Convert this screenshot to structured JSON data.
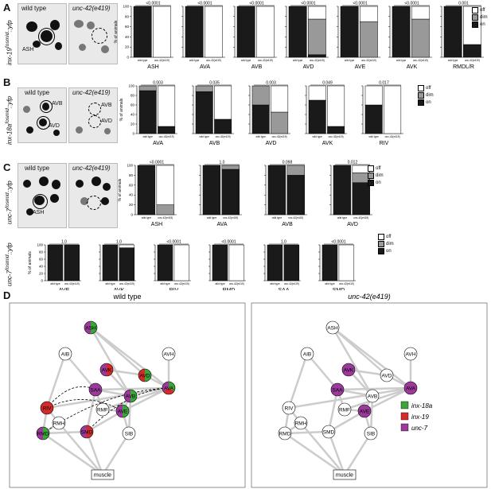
{
  "panels": {
    "A": {
      "letter": "A",
      "genotype": "inx-19",
      "genotype_sup": "fosmid",
      "genotype_suffix": "::yfp",
      "img_wt": "wild type",
      "img_mut": "unc-42(e419)",
      "img_cells": [
        "ASH"
      ]
    },
    "B": {
      "letter": "B",
      "genotype": "inx-18a",
      "genotype_sup": "fosmid",
      "genotype_suffix": "::yfp",
      "img_wt": "wild type",
      "img_mut": "unc-42(e419)",
      "img_cells": [
        "AVB",
        "AVD",
        "AVB",
        "AVD"
      ]
    },
    "C": {
      "letter": "C",
      "genotype": "unc-7",
      "genotype_sup": "fosmid",
      "genotype_suffix": "::yfp",
      "img_wt": "wild type",
      "img_mut": "unc-42(e419)",
      "img_cells": [
        "ASH"
      ]
    },
    "C2": {
      "genotype": "unc-7",
      "genotype_sup": "fosmid",
      "genotype_suffix": "::yfp"
    },
    "D": {
      "letter": "D",
      "title_wt": "wild type",
      "title_mut": "unc-42(e419)"
    }
  },
  "legend": {
    "off": "off",
    "dim": "dim",
    "on": "on",
    "colors": {
      "off": "#ffffff",
      "dim": "#999999",
      "on": "#1a1a1a"
    }
  },
  "chart_data": [
    {
      "type": "bar",
      "panel": "A",
      "ylabel": "% of animals",
      "categories": [
        "wild type",
        "unc-42(e419)"
      ],
      "groups": [
        {
          "name": "ASH",
          "p": "<0.0001",
          "wt": {
            "on": 100,
            "dim": 0,
            "off": 0
          },
          "mut": {
            "on": 0,
            "dim": 0,
            "off": 100
          }
        },
        {
          "name": "AVA",
          "p": "<0.0001",
          "wt": {
            "on": 100,
            "dim": 0,
            "off": 0
          },
          "mut": {
            "on": 0,
            "dim": 0,
            "off": 100
          }
        },
        {
          "name": "AVB",
          "p": "<0.0001",
          "wt": {
            "on": 100,
            "dim": 0,
            "off": 0
          },
          "mut": {
            "on": 0,
            "dim": 0,
            "off": 100
          }
        },
        {
          "name": "AVD",
          "p": "<0.0001",
          "wt": {
            "on": 100,
            "dim": 0,
            "off": 0
          },
          "mut": {
            "on": 5,
            "dim": 70,
            "off": 25
          }
        },
        {
          "name": "AVE",
          "p": "<0.0001",
          "wt": {
            "on": 100,
            "dim": 0,
            "off": 0
          },
          "mut": {
            "on": 0,
            "dim": 70,
            "off": 30
          }
        },
        {
          "name": "AVK",
          "p": "<0.0001",
          "wt": {
            "on": 100,
            "dim": 0,
            "off": 0
          },
          "mut": {
            "on": 0,
            "dim": 75,
            "off": 25
          }
        },
        {
          "name": "RMDL/R",
          "p": "0.001",
          "wt": {
            "on": 100,
            "dim": 0,
            "off": 0
          },
          "mut": {
            "on": 25,
            "dim": 0,
            "off": 75
          }
        }
      ]
    },
    {
      "type": "bar",
      "panel": "B",
      "ylabel": "% of animals",
      "categories": [
        "wild type",
        "unc-42(e419)"
      ],
      "groups": [
        {
          "name": "AVA",
          "p": "0.003",
          "wt": {
            "on": 90,
            "dim": 10,
            "off": 0
          },
          "mut": {
            "on": 15,
            "dim": 0,
            "off": 85
          }
        },
        {
          "name": "AVB",
          "p": "0.035",
          "wt": {
            "on": 88,
            "dim": 12,
            "off": 0
          },
          "mut": {
            "on": 30,
            "dim": 0,
            "off": 70
          }
        },
        {
          "name": "AVD",
          "p": "0.003",
          "wt": {
            "on": 60,
            "dim": 40,
            "off": 0
          },
          "mut": {
            "on": 0,
            "dim": 45,
            "off": 55
          }
        },
        {
          "name": "AVK",
          "p": "0.049",
          "wt": {
            "on": 70,
            "dim": 0,
            "off": 30
          },
          "mut": {
            "on": 15,
            "dim": 0,
            "off": 85
          }
        },
        {
          "name": "RIV",
          "p": "0.017",
          "wt": {
            "on": 60,
            "dim": 0,
            "off": 40
          },
          "mut": {
            "on": 0,
            "dim": 0,
            "off": 100
          }
        }
      ]
    },
    {
      "type": "bar",
      "panel": "C",
      "ylabel": "% of animals",
      "categories": [
        "wild type",
        "unc-42(e419)"
      ],
      "groups": [
        {
          "name": "ASH",
          "p": "<0.0001",
          "wt": {
            "on": 100,
            "dim": 0,
            "off": 0
          },
          "mut": {
            "on": 0,
            "dim": 20,
            "off": 80
          }
        },
        {
          "name": "AVA",
          "p": "1.0",
          "wt": {
            "on": 100,
            "dim": 0,
            "off": 0
          },
          "mut": {
            "on": 92,
            "dim": 8,
            "off": 0
          }
        },
        {
          "name": "AVB",
          "p": "0.098",
          "wt": {
            "on": 100,
            "dim": 0,
            "off": 0
          },
          "mut": {
            "on": 80,
            "dim": 20,
            "off": 0
          }
        },
        {
          "name": "AVD",
          "p": "0.012",
          "wt": {
            "on": 100,
            "dim": 0,
            "off": 0
          },
          "mut": {
            "on": 65,
            "dim": 20,
            "off": 15
          }
        }
      ]
    },
    {
      "type": "bar",
      "panel": "C2",
      "ylabel": "% of animals",
      "categories": [
        "wild type",
        "unc-42(e419)"
      ],
      "groups": [
        {
          "name": "AVE",
          "p": "1.0",
          "wt": {
            "on": 100,
            "dim": 0,
            "off": 0
          },
          "mut": {
            "on": 100,
            "dim": 0,
            "off": 0
          }
        },
        {
          "name": "AVK",
          "p": "1.0",
          "wt": {
            "on": 100,
            "dim": 0,
            "off": 0
          },
          "mut": {
            "on": 92,
            "dim": 0,
            "off": 8
          }
        },
        {
          "name": "RIV",
          "p": "<0.0001",
          "wt": {
            "on": 100,
            "dim": 0,
            "off": 0
          },
          "mut": {
            "on": 0,
            "dim": 0,
            "off": 100
          }
        },
        {
          "name": "RMD",
          "p": "<0.0001",
          "wt": {
            "on": 100,
            "dim": 0,
            "off": 0
          },
          "mut": {
            "on": 0,
            "dim": 0,
            "off": 100
          }
        },
        {
          "name": "SAA",
          "p": "1.0",
          "wt": {
            "on": 100,
            "dim": 0,
            "off": 0
          },
          "mut": {
            "on": 100,
            "dim": 0,
            "off": 0
          }
        },
        {
          "name": "SMD",
          "p": "<0.0001",
          "wt": {
            "on": 100,
            "dim": 0,
            "off": 0
          },
          "mut": {
            "on": 0,
            "dim": 0,
            "off": 100
          }
        }
      ]
    }
  ],
  "axis_ticks": [
    "0",
    "20",
    "40",
    "60",
    "80",
    "100"
  ],
  "network": {
    "nodes": [
      "ASH",
      "AIB",
      "AVH",
      "AVK",
      "AVE",
      "AVA",
      "SAA",
      "AVD",
      "AVB",
      "AVA",
      "RIV",
      "RMF",
      "RMH",
      "AVE",
      "RMD",
      "SMD",
      "SIB",
      "muscle"
    ],
    "wt_nodes": [
      {
        "id": "ASH",
        "colors": [
          "#3aa63a",
          "#9b3a9b"
        ]
      },
      {
        "id": "AIB",
        "colors": []
      },
      {
        "id": "AVH",
        "colors": []
      },
      {
        "id": "AVK",
        "colors": [
          "#d42a2a",
          "#9b3a9b"
        ]
      },
      {
        "id": "AVD",
        "colors": [
          "#3aa63a",
          "#d42a2a"
        ]
      },
      {
        "id": "AVA",
        "colors": [
          "#3aa63a",
          "#d42a2a",
          "#9b3a9b"
        ]
      },
      {
        "id": "SAA",
        "colors": [
          "#9b3a9b"
        ]
      },
      {
        "id": "AVB",
        "colors": [
          "#3aa63a",
          "#9b3a9b"
        ]
      },
      {
        "id": "RIV",
        "colors": [
          "#d42a2a"
        ]
      },
      {
        "id": "RMF",
        "colors": []
      },
      {
        "id": "RMH",
        "colors": []
      },
      {
        "id": "AVE",
        "colors": [
          "#3aa63a",
          "#9b3a9b"
        ]
      },
      {
        "id": "RMD",
        "colors": [
          "#3aa63a",
          "#9b3a9b"
        ]
      },
      {
        "id": "SMD",
        "colors": [
          "#d42a2a",
          "#9b3a9b"
        ]
      },
      {
        "id": "SIB",
        "colors": []
      },
      {
        "id": "muscle",
        "colors": []
      }
    ],
    "mut_nodes": [
      {
        "id": "ASH",
        "colors": []
      },
      {
        "id": "AIB",
        "colors": []
      },
      {
        "id": "AVH",
        "colors": []
      },
      {
        "id": "AVK",
        "colors": [
          "#9b3a9b"
        ]
      },
      {
        "id": "AVD",
        "colors": []
      },
      {
        "id": "AVA",
        "colors": [
          "#9b3a9b"
        ]
      },
      {
        "id": "SAA",
        "colors": [
          "#9b3a9b"
        ]
      },
      {
        "id": "AVB",
        "colors": []
      },
      {
        "id": "RIV",
        "colors": []
      },
      {
        "id": "RMF",
        "colors": []
      },
      {
        "id": "RMH",
        "colors": []
      },
      {
        "id": "AVE",
        "colors": [
          "#9b3a9b"
        ]
      },
      {
        "id": "RMD",
        "colors": []
      },
      {
        "id": "SMD",
        "colors": []
      },
      {
        "id": "SIB",
        "colors": []
      },
      {
        "id": "muscle",
        "colors": []
      }
    ],
    "legend": [
      {
        "label": "inx-18a",
        "color": "#3aa63a"
      },
      {
        "label": "inx-19",
        "color": "#d42a2a"
      },
      {
        "label": "unc-7",
        "color": "#9b3a9b"
      }
    ]
  }
}
